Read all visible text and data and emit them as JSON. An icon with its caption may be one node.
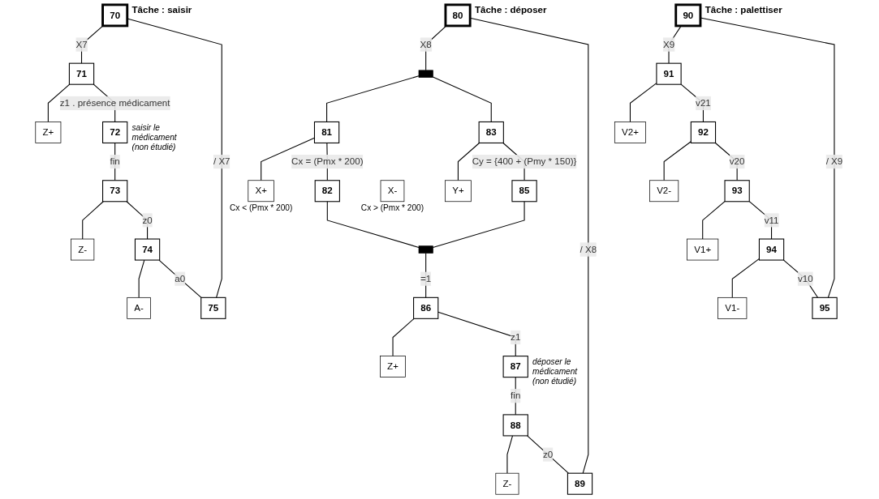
{
  "diagram": {
    "nodes": [
      {
        "text": [
          "70"
        ],
        "beside": [
          "Tâche : saisir"
        ]
      },
      {
        "text": [
          "71"
        ]
      },
      {
        "text": [
          "Z+"
        ]
      },
      {
        "text": [
          "72"
        ],
        "beside": [
          "saisir le médicament (non étudié)"
        ]
      },
      {
        "text": [
          "73"
        ]
      },
      {
        "text": [
          "Z-"
        ]
      },
      {
        "text": [
          "74"
        ]
      },
      {
        "text": [
          "A-"
        ]
      },
      {
        "text": [
          "75"
        ]
      },
      {
        "text": [
          "80"
        ],
        "beside": [
          "Tâche : déposer"
        ]
      },
      {
        "text": [],
        "shape": "bar"
      },
      {
        "text": [
          "81"
        ]
      },
      {
        "text": [
          "X+"
        ],
        "beside": [
          "Cx < (Pmx * 200)"
        ]
      },
      {
        "text": [
          "X-"
        ],
        "beside": [
          "Cx > (Pmx * 200)"
        ]
      },
      {
        "text": [
          "82"
        ]
      },
      {
        "text": [
          "83"
        ]
      },
      {
        "text": [
          "Y+"
        ]
      },
      {
        "text": [
          "85"
        ]
      },
      {
        "text": [],
        "shape": "bar"
      },
      {
        "text": [
          "86"
        ]
      },
      {
        "text": [
          "Z+"
        ]
      },
      {
        "text": [
          "87"
        ],
        "beside": [
          "déposer le médicament (non étudié)"
        ]
      },
      {
        "text": [
          "88"
        ]
      },
      {
        "text": [
          "Z-"
        ]
      },
      {
        "text": [
          "89"
        ]
      },
      {
        "text": [
          "90"
        ],
        "beside": [
          "Tâche : palettiser"
        ]
      },
      {
        "text": [
          "91"
        ]
      },
      {
        "text": [
          "V2+"
        ]
      },
      {
        "text": [
          "92"
        ]
      },
      {
        "text": [
          "V2-"
        ]
      },
      {
        "text": [
          "93"
        ]
      },
      {
        "text": [
          "V1+"
        ]
      },
      {
        "text": [
          "94"
        ]
      },
      {
        "text": [
          "V1-"
        ]
      },
      {
        "text": [
          "95"
        ]
      }
    ],
    "edges": [
      {
        "from": 0,
        "to": 1,
        "arrow": "none",
        "label": "X7"
      },
      {
        "from": 1,
        "to": 2,
        "arrow": "none"
      },
      {
        "from": 1,
        "to": 3,
        "arrow": "none",
        "label": "z1 . présence médicament"
      },
      {
        "from": 3,
        "to": 4,
        "arrow": "none",
        "label": "fin"
      },
      {
        "from": 4,
        "to": 5,
        "arrow": "none"
      },
      {
        "from": 4,
        "to": 6,
        "arrow": "none",
        "label": "z0"
      },
      {
        "from": 6,
        "to": 7,
        "arrow": "none"
      },
      {
        "from": 6,
        "to": 8,
        "arrow": "none",
        "label": "a0"
      },
      {
        "from": 8,
        "to": 0,
        "arrow": "none",
        "label": "/ X7"
      },
      {
        "from": 9,
        "to": 10,
        "arrow": "none",
        "label": "X8"
      },
      {
        "from": 10,
        "to": 11,
        "arrow": "none"
      },
      {
        "from": 10,
        "to": 15,
        "arrow": "none"
      },
      {
        "from": 11,
        "to": 12,
        "arrow": "none"
      },
      {
        "from": 11,
        "to": 14,
        "arrow": "none",
        "label": "Cx = (Pmx * 200)"
      },
      {
        "from": 15,
        "to": 16,
        "arrow": "none"
      },
      {
        "from": 15,
        "to": 17,
        "arrow": "none",
        "label": "Cy = {400 + (Pmy * 150)}"
      },
      {
        "from": 14,
        "to": 18,
        "arrow": "none"
      },
      {
        "from": 17,
        "to": 18,
        "arrow": "none"
      },
      {
        "from": 18,
        "to": 19,
        "arrow": "none",
        "label": "=1"
      },
      {
        "from": 19,
        "to": 20,
        "arrow": "none"
      },
      {
        "from": 19,
        "to": 21,
        "arrow": "none",
        "label": "z1"
      },
      {
        "from": 21,
        "to": 22,
        "arrow": "none",
        "label": "fin"
      },
      {
        "from": 22,
        "to": 23,
        "arrow": "none"
      },
      {
        "from": 22,
        "to": 24,
        "arrow": "none",
        "label": "z0"
      },
      {
        "from": 24,
        "to": 9,
        "arrow": "none",
        "label": "/ X8"
      },
      {
        "from": 25,
        "to": 26,
        "arrow": "none",
        "label": "X9"
      },
      {
        "from": 26,
        "to": 27,
        "arrow": "none"
      },
      {
        "from": 26,
        "to": 28,
        "arrow": "none",
        "label": "v21"
      },
      {
        "from": 28,
        "to": 29,
        "arrow": "none"
      },
      {
        "from": 28,
        "to": 30,
        "arrow": "none",
        "label": "v20"
      },
      {
        "from": 30,
        "to": 31,
        "arrow": "none"
      },
      {
        "from": 30,
        "to": 32,
        "arrow": "none",
        "label": "v11"
      },
      {
        "from": 32,
        "to": 33,
        "arrow": "none"
      },
      {
        "from": 32,
        "to": 34,
        "arrow": "none",
        "label": "v10"
      },
      {
        "from": 34,
        "to": 25,
        "arrow": "none",
        "label": "/ X9"
      }
    ]
  }
}
